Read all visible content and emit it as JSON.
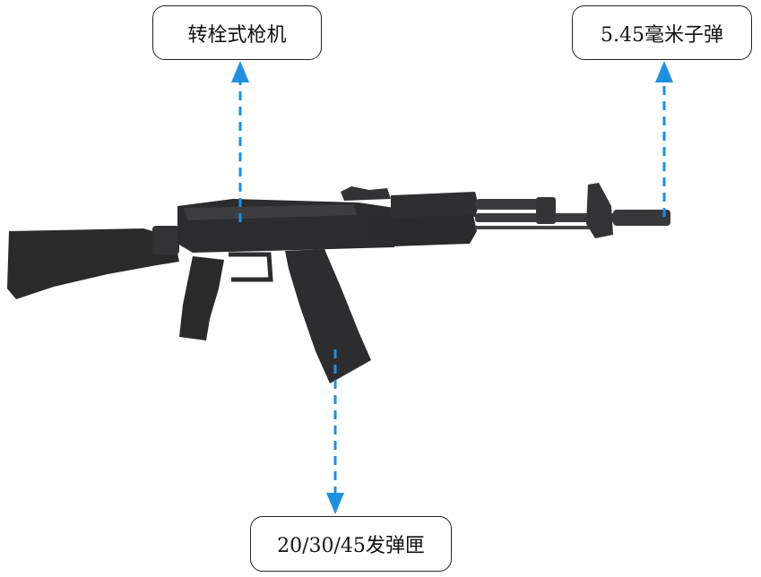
{
  "labels": {
    "action": "转栓式枪机",
    "cartridge": "5.45毫米子弹",
    "magazine": "20/30/45发弹匣"
  },
  "colors": {
    "arrow": "#1f8fe0",
    "rifle_body": "#2b2b2c",
    "rifle_metal": "#3a3a3c",
    "box_border": "#222222"
  }
}
